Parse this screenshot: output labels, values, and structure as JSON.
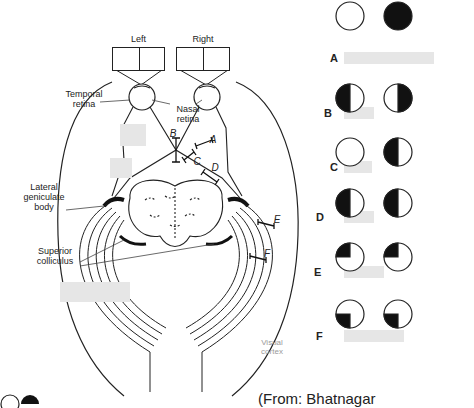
{
  "diagram": {
    "caption": "(From: Bhatnagar",
    "nodes": [
      {
        "text": [
          "Left"
        ]
      },
      {
        "text": [
          "Right"
        ]
      }
    ],
    "labels": [
      "Temporal retina",
      "Nasal retina",
      "B",
      "C",
      "A",
      "D",
      "E",
      "F",
      "Lateral geniculate body",
      "Superior colliculus",
      "Visual cortex",
      "A",
      "B",
      "C",
      "D",
      "E",
      "F"
    ]
  }
}
